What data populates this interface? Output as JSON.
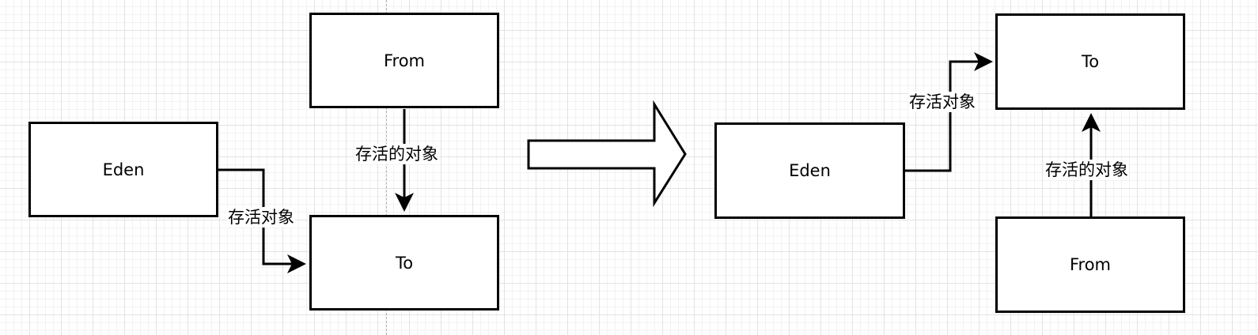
{
  "before": {
    "from": "From",
    "eden": "Eden",
    "to": "To",
    "label_from_to": "存活的对象",
    "label_eden_to": "存活对象"
  },
  "after": {
    "to": "To",
    "eden": "Eden",
    "from": "From",
    "label_eden_to": "存活对象",
    "label_from_to": "存活的对象"
  },
  "colors": {
    "stroke": "#000000",
    "fill": "#ffffff",
    "grid": "#e3e3e3"
  }
}
